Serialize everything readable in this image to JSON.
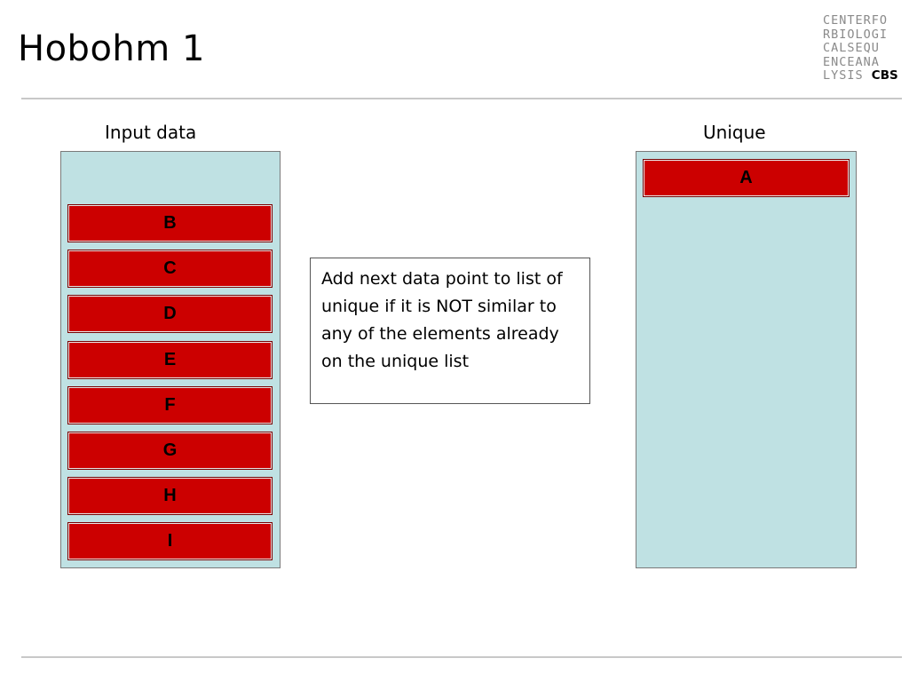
{
  "slide": {
    "title": "Hobohm 1"
  },
  "logo": {
    "lines": [
      "CENTERFO",
      "RBIOLOGI",
      "CALSEQU",
      "ENCEANA"
    ],
    "last_line_gray": "LYSIS",
    "last_line_bold": "CBS"
  },
  "input_column": {
    "heading": "Input data",
    "items": [
      "B",
      "C",
      "D",
      "E",
      "F",
      "G",
      "H",
      "I"
    ]
  },
  "unique_column": {
    "heading": "Unique",
    "items": [
      "A"
    ]
  },
  "note": {
    "text": "Add next data point to list of unique if it is NOT similar to any of the elements already on the unique list"
  },
  "colors": {
    "panel_fill": "#bfe1e3",
    "item_fill": "#cc0000",
    "rule": "#c8c8c8"
  }
}
